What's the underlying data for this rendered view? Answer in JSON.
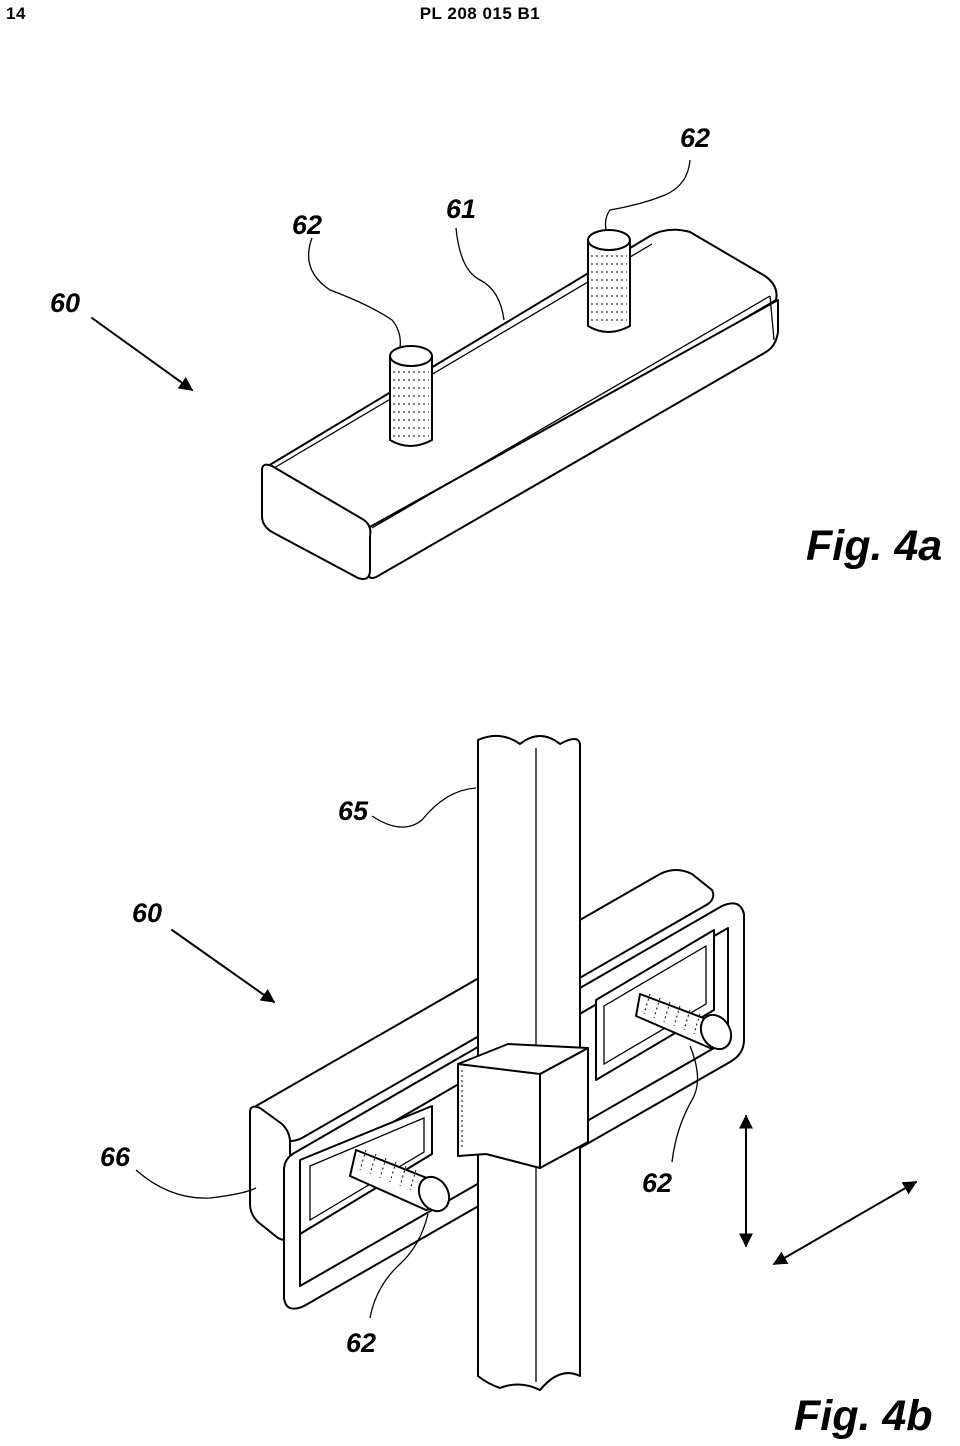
{
  "header": {
    "page_number": "14",
    "patent_number": "PL 208 015 B1"
  },
  "figure_4a": {
    "caption": "Fig. 4a",
    "labels": {
      "assembly": "60",
      "bar": "61",
      "stud_left": "62",
      "stud_right": "62"
    }
  },
  "figure_4b": {
    "caption": "Fig. 4b",
    "labels": {
      "assembly": "60",
      "post": "65",
      "frame": "66",
      "stud_right": "62",
      "stud_left": "62"
    }
  }
}
